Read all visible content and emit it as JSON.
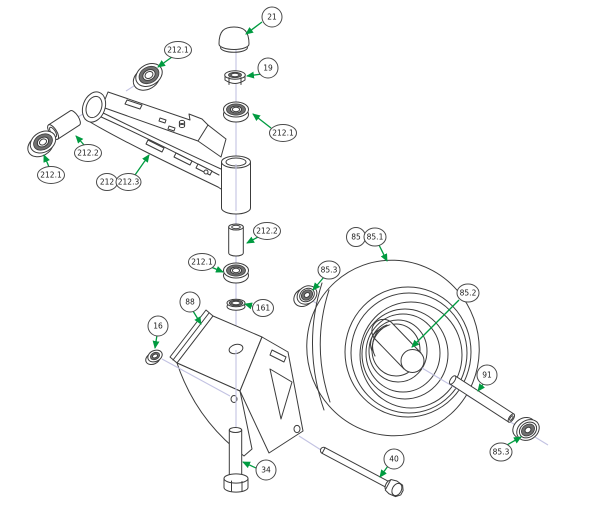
{
  "diagram": {
    "name": "caster-wheel-exploded-parts-diagram",
    "colors": {
      "line": "#3c3c3c",
      "shade": "#707070",
      "arrow": "#009b40",
      "centerline": "#c2c2e2",
      "background": "#ffffff",
      "bubble_stroke": "#4a4a4a",
      "text": "#1a1a1a"
    },
    "callouts": [
      {
        "label": "21",
        "part": "dust-cap"
      },
      {
        "label": "212.1",
        "part": "bearing-upper-left"
      },
      {
        "label": "19",
        "part": "hex-flange-nut"
      },
      {
        "label": "212.1",
        "part": "bearing-under-nut"
      },
      {
        "label": "212.2",
        "part": "bushing-left"
      },
      {
        "label": "212.1",
        "part": "bearing-left"
      },
      {
        "label": "212",
        "part": "caster-arm-assembly"
      },
      {
        "label": "212.3",
        "part": "caster-arm-weldment"
      },
      {
        "label": "212.2",
        "part": "spacer-tube-middle"
      },
      {
        "label": "212.1",
        "part": "bearing-lower"
      },
      {
        "label": "161",
        "part": "retaining-ring"
      },
      {
        "label": "88",
        "part": "wheel-fork-bracket"
      },
      {
        "label": "16",
        "part": "lock-nut"
      },
      {
        "label": "34",
        "part": "pivot-bolt"
      },
      {
        "label": "40",
        "part": "axle-bolt"
      },
      {
        "label": "85",
        "part": "wheel-and-tire-assembly"
      },
      {
        "label": "85.1",
        "part": "tire-wheel"
      },
      {
        "label": "85.3",
        "part": "wheel-bearing-left"
      },
      {
        "label": "85.2",
        "part": "axle-sleeve"
      },
      {
        "label": "91",
        "part": "axle-spacer"
      },
      {
        "label": "85.3",
        "part": "wheel-bearing-right"
      }
    ]
  }
}
